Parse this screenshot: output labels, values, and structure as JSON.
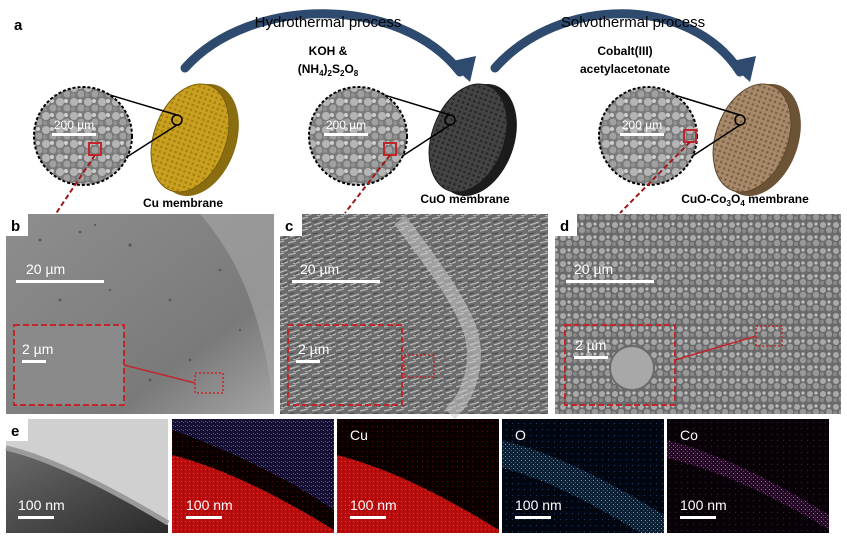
{
  "panel_a": {
    "label": "a",
    "process1": "Hydrothermal process",
    "process2": "Solvothermal process",
    "reagent1_line1": "KOH &",
    "reagent1_line2_a": "(NH",
    "reagent1_line2_sub1": "4",
    "reagent1_line2_b": ")",
    "reagent1_line2_sub2": "2",
    "reagent1_line2_c": "S",
    "reagent1_line2_sub3": "2",
    "reagent1_line2_d": "O",
    "reagent1_line2_sub4": "8",
    "reagent2_line1": "Cobalt(III)",
    "reagent2_line2": "acetylacetonate",
    "scale_bar": "200 µm",
    "membrane1": "Cu membrane",
    "membrane2": "CuO membrane",
    "membrane3_a": "CuO-Co",
    "membrane3_sub1": "3",
    "membrane3_b": "O",
    "membrane3_sub2": "4",
    "membrane3_c": " membrane",
    "colors": {
      "cu": "#c9a020",
      "cuo": "#3d3d3d",
      "cuo_co3o4": "#a3876a",
      "arrow": "#2e4a6e",
      "highlight": "#c0272d"
    }
  },
  "panel_b": {
    "label": "b",
    "scale_main": "20 µm",
    "scale_inset": "2 µm"
  },
  "panel_c": {
    "label": "c",
    "scale_main": "20 µm",
    "scale_inset": "2 µm"
  },
  "panel_d": {
    "label": "d",
    "scale_main": "20 µm",
    "scale_inset": "2 µm"
  },
  "panel_e": {
    "label": "e",
    "scale": "100 nm",
    "maps": [
      {
        "element": ""
      },
      {
        "element": ""
      },
      {
        "element": "Cu"
      },
      {
        "element": "O"
      },
      {
        "element": "Co"
      }
    ],
    "colors": {
      "cu": "#d01010",
      "o": "#3a8ad8",
      "co": "#c030c0"
    }
  }
}
